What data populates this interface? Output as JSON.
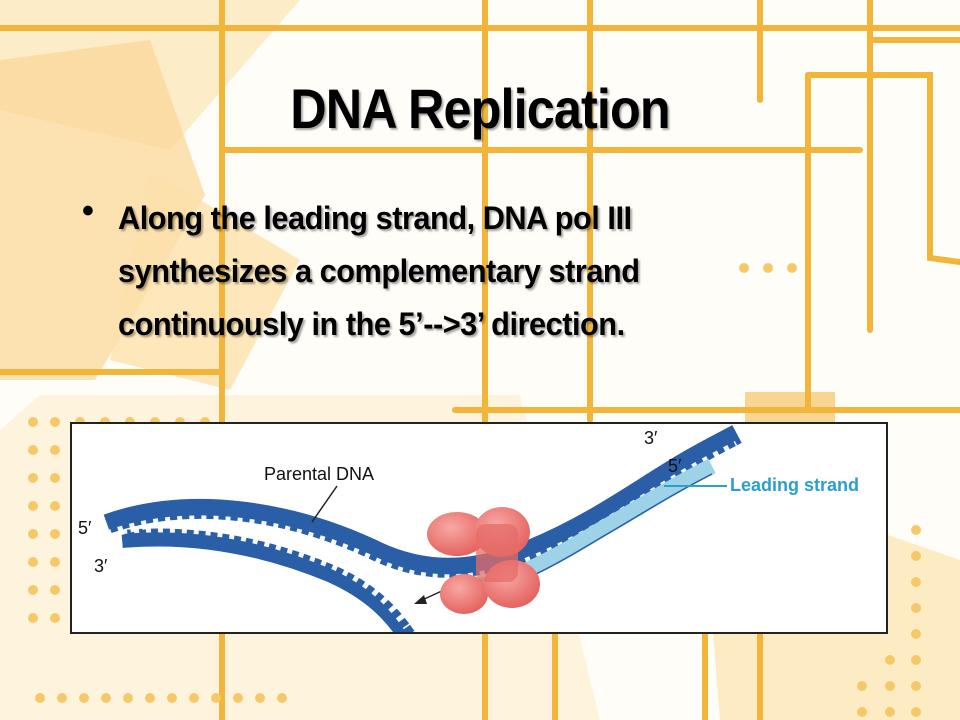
{
  "slide": {
    "title": "DNA Replication",
    "bullets": [
      {
        "text": "Along the leading strand, DNA pol III synthesizes a complementary strand continuously in the 5’-->3’ direction."
      }
    ]
  },
  "figure": {
    "labels": {
      "parental_dna": "Parental DNA",
      "leading_strand": "Leading strand",
      "end_5_left": "5′",
      "end_3_left": "3′",
      "end_3_top": "3′",
      "end_5_right": "5′"
    }
  },
  "colors": {
    "accent_orange": "#f2b53a",
    "light_orange": "#fde6b8",
    "dna_blue": "#2a5fa8",
    "leading_light_blue": "#9ed2e6",
    "polymerase_red": "#ec7672",
    "leading_label": "#2b9fd0"
  }
}
